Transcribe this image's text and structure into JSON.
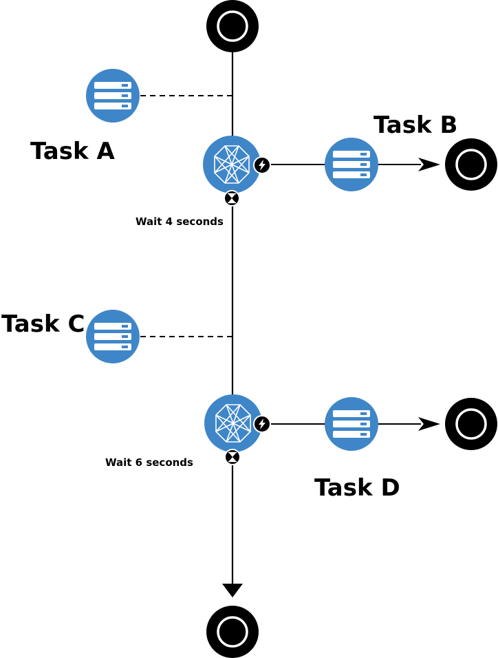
{
  "colors": {
    "node": "#3f86c8",
    "line": "#000000",
    "bar": "#ffffff",
    "event": "#000000"
  },
  "tasks": {
    "a": "Task A",
    "b": "Task B",
    "c": "Task C",
    "d": "Task D"
  },
  "timers": {
    "first": "Wait 4 seconds",
    "second": "Wait 6 seconds"
  },
  "icons": {
    "task": "server-icon",
    "gateway": "hexagon-mesh-icon",
    "error_boundary": "lightning-bolt-icon",
    "timer_boundary": "hourglass-icon",
    "event": "end-event-icon"
  }
}
